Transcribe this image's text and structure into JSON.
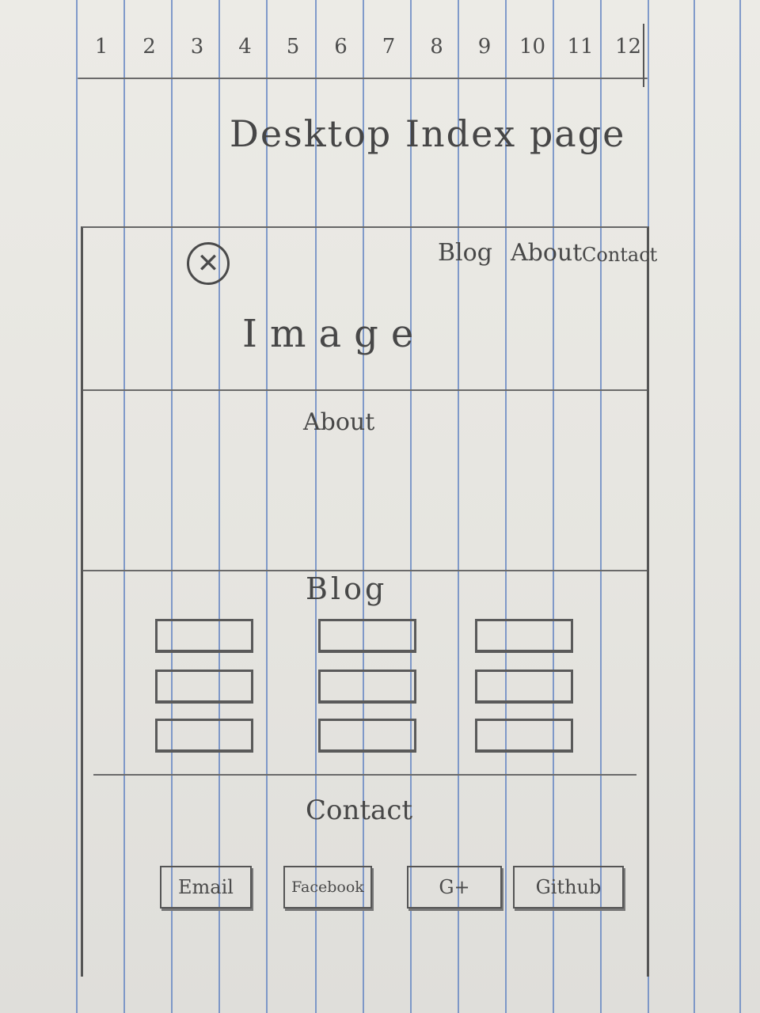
{
  "grid_columns": [
    "1",
    "2",
    "3",
    "4",
    "5",
    "6",
    "7",
    "8",
    "9",
    "10",
    "11",
    "12"
  ],
  "title": "Desktop Index page",
  "header": {
    "logo_icon": "circle-x-icon",
    "nav": [
      "Blog",
      "About",
      "Contact"
    ]
  },
  "hero": {
    "label": "Image"
  },
  "about": {
    "title": "About"
  },
  "blog": {
    "title": "Blog",
    "card_rows": 3,
    "card_columns": 3
  },
  "contact": {
    "title": "Contact",
    "buttons": [
      "Email",
      "Facebook",
      "G+",
      "Github"
    ]
  },
  "colors": {
    "grid_line": "#5c7fc0",
    "pencil": "#4d4d4d",
    "paper": "#ecebe6"
  }
}
